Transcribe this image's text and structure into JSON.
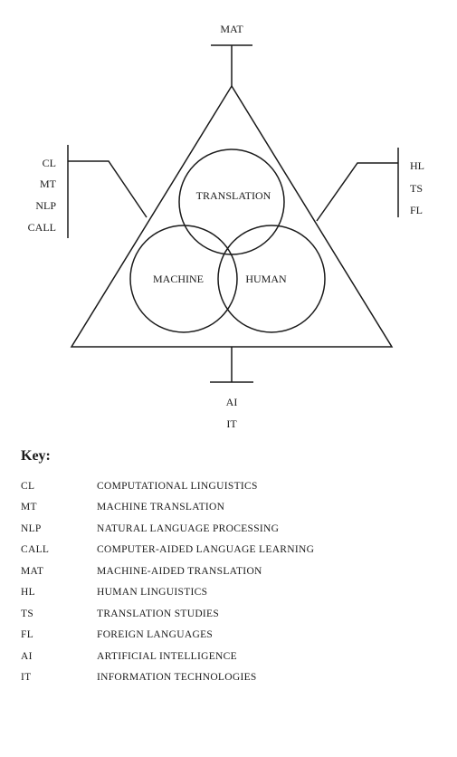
{
  "diagram": {
    "top_label": "MAT",
    "left_labels": [
      "CL",
      "MT",
      "NLP",
      "CALL"
    ],
    "right_labels": [
      "HL",
      "TS",
      "FL"
    ],
    "bottom_labels": [
      "AI",
      "IT"
    ],
    "circles": {
      "top": "TRANSLATION",
      "left": "MACHINE",
      "right": "HUMAN"
    }
  },
  "key": {
    "title": "Key:",
    "entries": [
      {
        "abbr": "CL",
        "def": "COMPUTATIONAL LINGUISTICS"
      },
      {
        "abbr": "MT",
        "def": "MACHINE TRANSLATION"
      },
      {
        "abbr": "NLP",
        "def": "NATURAL LANGUAGE PROCESSING"
      },
      {
        "abbr": "CALL",
        "def": "COMPUTER-AIDED LANGUAGE LEARNING"
      },
      {
        "abbr": "MAT",
        "def": "MACHINE-AIDED TRANSLATION"
      },
      {
        "abbr": "HL",
        "def": "HUMAN LINGUISTICS"
      },
      {
        "abbr": "TS",
        "def": "TRANSLATION STUDIES"
      },
      {
        "abbr": "FL",
        "def": "FOREIGN LANGUAGES"
      },
      {
        "abbr": "AI",
        "def": "ARTIFICIAL INTELLIGENCE"
      },
      {
        "abbr": "IT",
        "def": "INFORMATION TECHNOLOGIES"
      }
    ]
  }
}
